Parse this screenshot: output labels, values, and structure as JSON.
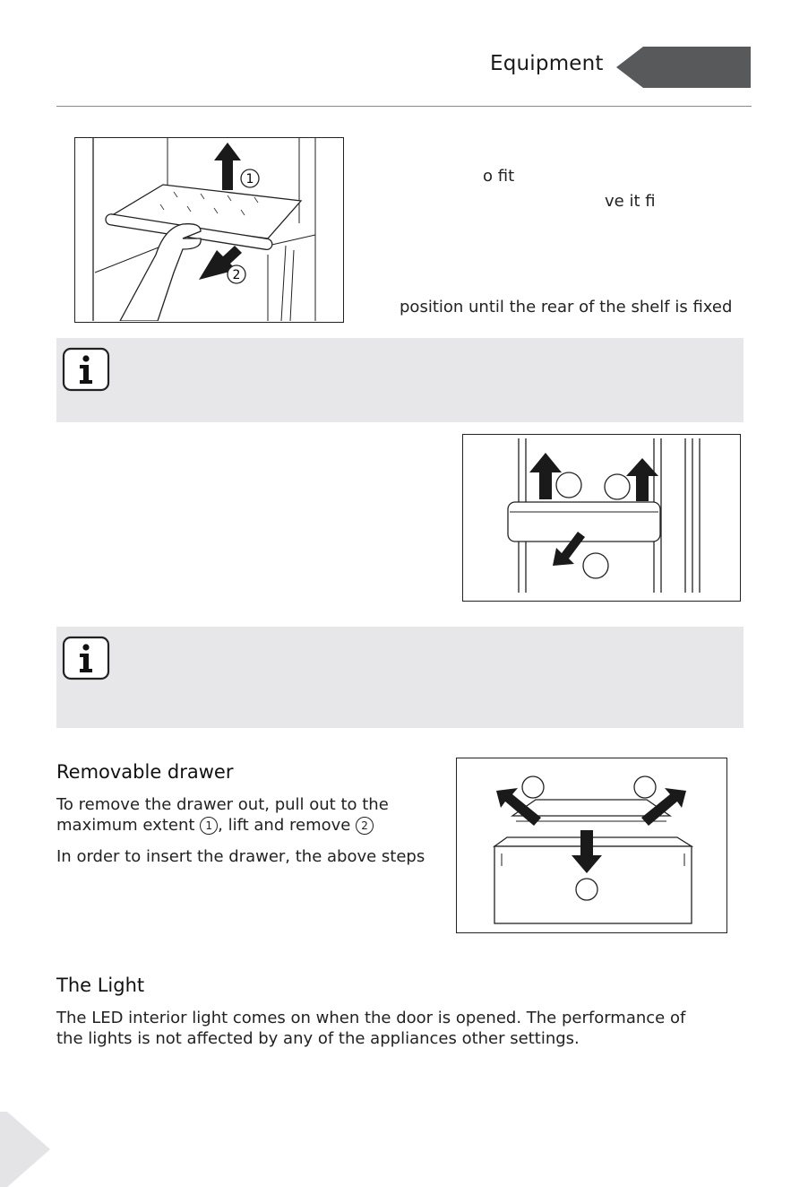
{
  "header": {
    "title": "Equipment",
    "tab_color": "#58595b"
  },
  "shelf_section": {
    "fragment_1": "o fit",
    "fragment_2": "ve it fi",
    "fragment_3": "position until the rear of the shelf is fixed",
    "figure_labels": [
      "1",
      "2"
    ]
  },
  "info_icon": "info-icon",
  "door_rack_figure": {
    "labels": []
  },
  "drawer_section": {
    "title": "Removable drawer",
    "line1": "To remove the drawer out, pull out to the",
    "line2_pre": "maximum extent ",
    "step1": "1",
    "line2_mid": ", lift and remove ",
    "step2": "2",
    "line3": "In order to insert the drawer, the above steps"
  },
  "light_section": {
    "title": "The Light",
    "line1": "The LED interior light comes on when the door is opened. The performance of",
    "line2": "the lights is not affected by any of the appliances other settings."
  },
  "colors": {
    "note_background": "#e7e7e9",
    "corner": "#e4e4e6"
  }
}
